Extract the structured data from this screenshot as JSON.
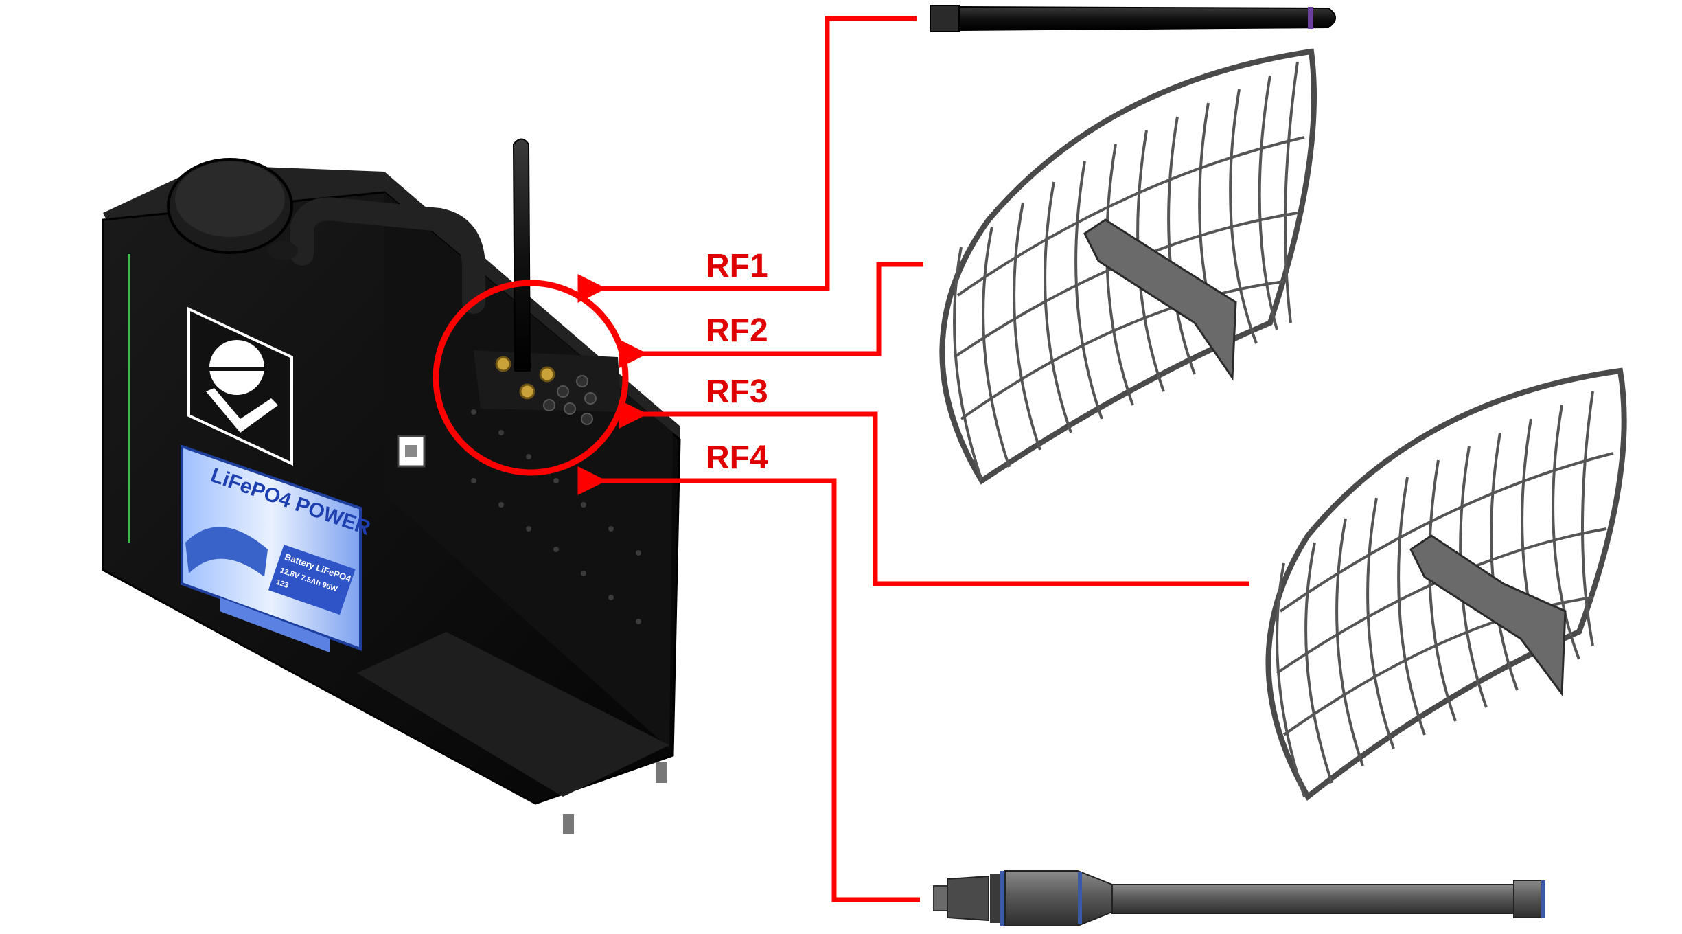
{
  "diagram": {
    "colors": {
      "connector": "#ff0000",
      "label": "#e00000",
      "device_body": "#0d0d0d",
      "antenna_gray": "#5b5b5b",
      "battery_blue": "#3a63c9"
    },
    "labels": {
      "rf1": "RF1",
      "rf2": "RF2",
      "rf3": "RF3",
      "rf4": "RF4"
    },
    "battery": {
      "brand": "LiFePO4 POWER",
      "sticker_line1": "Battery LiFePO4",
      "sticker_line2": "12.8V 7.5Ah 96W",
      "sticker_line3": "123"
    },
    "antennas": [
      "whip-antenna",
      "grid-parabolic-antenna",
      "grid-parabolic-antenna",
      "cylindrical-omni-antenna"
    ]
  }
}
